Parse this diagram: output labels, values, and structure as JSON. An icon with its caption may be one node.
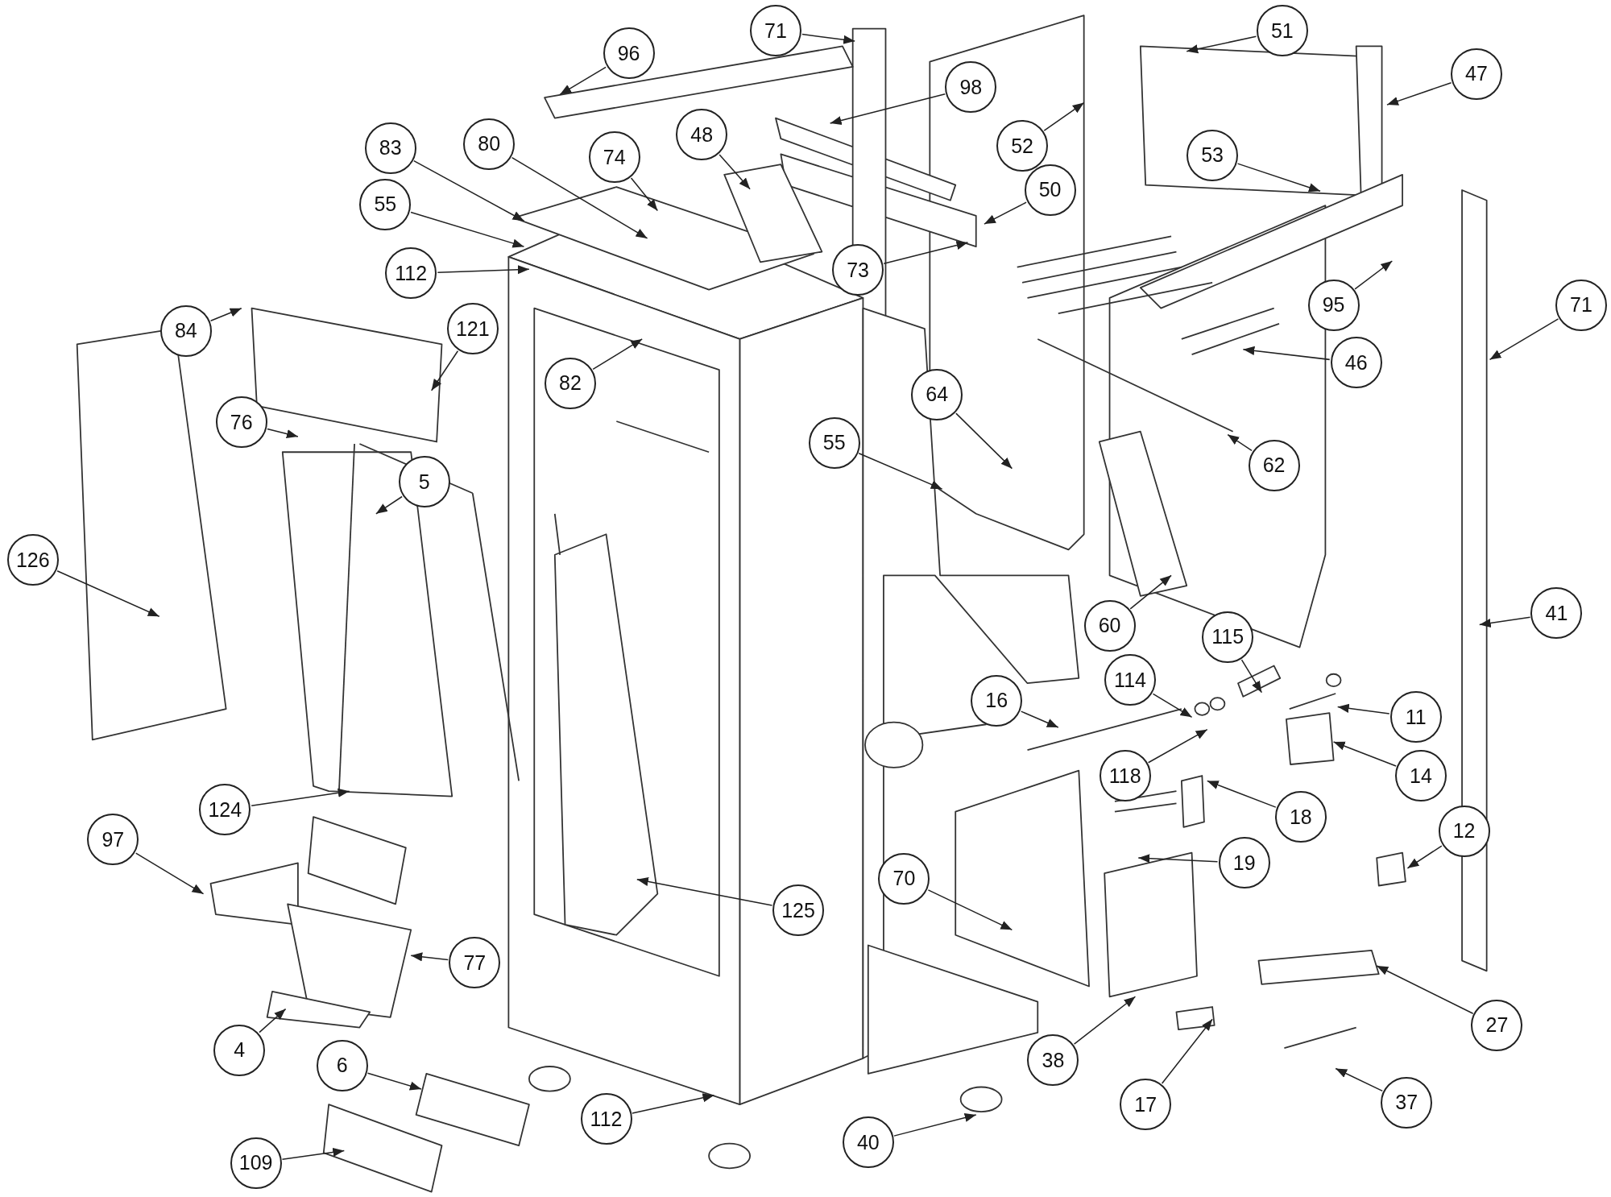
{
  "diagram": {
    "nodes": [
      {
        "text": [
          "96"
        ]
      },
      {
        "text": [
          "71"
        ]
      },
      {
        "text": [
          "98"
        ]
      },
      {
        "text": [
          "52"
        ]
      },
      {
        "text": [
          "51"
        ]
      },
      {
        "text": [
          "47"
        ]
      },
      {
        "text": [
          "83"
        ]
      },
      {
        "text": [
          "80"
        ]
      },
      {
        "text": [
          "74"
        ]
      },
      {
        "text": [
          "48"
        ]
      },
      {
        "text": [
          "50"
        ]
      },
      {
        "text": [
          "73"
        ]
      },
      {
        "text": [
          "53"
        ]
      },
      {
        "text": [
          "55"
        ]
      },
      {
        "text": [
          "112"
        ]
      },
      {
        "text": [
          "95"
        ]
      },
      {
        "text": [
          "71"
        ]
      },
      {
        "text": [
          "84"
        ]
      },
      {
        "text": [
          "121"
        ]
      },
      {
        "text": [
          "82"
        ]
      },
      {
        "text": [
          "46"
        ]
      },
      {
        "text": [
          "76"
        ]
      },
      {
        "text": [
          "64"
        ]
      },
      {
        "text": [
          "55"
        ]
      },
      {
        "text": [
          "62"
        ]
      },
      {
        "text": [
          "5"
        ]
      },
      {
        "text": [
          "126"
        ]
      },
      {
        "text": [
          "60"
        ]
      },
      {
        "text": [
          "115"
        ]
      },
      {
        "text": [
          "41"
        ]
      },
      {
        "text": [
          "114"
        ]
      },
      {
        "text": [
          "16"
        ]
      },
      {
        "text": [
          "11"
        ]
      },
      {
        "text": [
          "118"
        ]
      },
      {
        "text": [
          "14"
        ]
      },
      {
        "text": [
          "18"
        ]
      },
      {
        "text": [
          "124"
        ]
      },
      {
        "text": [
          "19"
        ]
      },
      {
        "text": [
          "12"
        ]
      },
      {
        "text": [
          "97"
        ]
      },
      {
        "text": [
          "70"
        ]
      },
      {
        "text": [
          "125"
        ]
      },
      {
        "text": [
          "77"
        ]
      },
      {
        "text": [
          "27"
        ]
      },
      {
        "text": [
          "4"
        ]
      },
      {
        "text": [
          "38"
        ]
      },
      {
        "text": [
          "6"
        ]
      },
      {
        "text": [
          "17"
        ]
      },
      {
        "text": [
          "37"
        ]
      },
      {
        "text": [
          "112"
        ]
      },
      {
        "text": [
          "40"
        ]
      },
      {
        "text": [
          "109"
        ]
      }
    ],
    "edges": [
      {
        "from": 0,
        "to": null,
        "arrow": "to"
      },
      {
        "from": 1,
        "to": null,
        "arrow": "to"
      },
      {
        "from": 2,
        "to": null,
        "arrow": "to"
      },
      {
        "from": 3,
        "to": null,
        "arrow": "to"
      },
      {
        "from": 4,
        "to": null,
        "arrow": "to"
      },
      {
        "from": 5,
        "to": null,
        "arrow": "to"
      },
      {
        "from": 6,
        "to": null,
        "arrow": "to"
      },
      {
        "from": 7,
        "to": null,
        "arrow": "to"
      },
      {
        "from": 8,
        "to": null,
        "arrow": "to"
      },
      {
        "from": 9,
        "to": null,
        "arrow": "to"
      },
      {
        "from": 10,
        "to": null,
        "arrow": "to"
      },
      {
        "from": 11,
        "to": null,
        "arrow": "to"
      },
      {
        "from": 12,
        "to": null,
        "arrow": "to"
      },
      {
        "from": 13,
        "to": null,
        "arrow": "to"
      },
      {
        "from": 14,
        "to": null,
        "arrow": "to"
      },
      {
        "from": 15,
        "to": null,
        "arrow": "to"
      },
      {
        "from": 16,
        "to": null,
        "arrow": "to"
      },
      {
        "from": 17,
        "to": null,
        "arrow": "to"
      },
      {
        "from": 18,
        "to": null,
        "arrow": "to"
      },
      {
        "from": 19,
        "to": null,
        "arrow": "to"
      },
      {
        "from": 20,
        "to": null,
        "arrow": "to"
      },
      {
        "from": 21,
        "to": null,
        "arrow": "to"
      },
      {
        "from": 22,
        "to": null,
        "arrow": "to"
      },
      {
        "from": 23,
        "to": null,
        "arrow": "to"
      },
      {
        "from": 24,
        "to": null,
        "arrow": "to"
      },
      {
        "from": 25,
        "to": null,
        "arrow": "to"
      },
      {
        "from": 26,
        "to": null,
        "arrow": "to"
      },
      {
        "from": 27,
        "to": null,
        "arrow": "to"
      },
      {
        "from": 28,
        "to": null,
        "arrow": "to"
      },
      {
        "from": 29,
        "to": null,
        "arrow": "to"
      },
      {
        "from": 30,
        "to": null,
        "arrow": "to"
      },
      {
        "from": 31,
        "to": null,
        "arrow": "to"
      },
      {
        "from": 32,
        "to": null,
        "arrow": "to"
      },
      {
        "from": 33,
        "to": null,
        "arrow": "to"
      },
      {
        "from": 34,
        "to": null,
        "arrow": "to"
      },
      {
        "from": 35,
        "to": null,
        "arrow": "to"
      },
      {
        "from": 36,
        "to": null,
        "arrow": "to"
      },
      {
        "from": 37,
        "to": null,
        "arrow": "to"
      },
      {
        "from": 38,
        "to": null,
        "arrow": "to"
      },
      {
        "from": 39,
        "to": null,
        "arrow": "to"
      },
      {
        "from": 40,
        "to": null,
        "arrow": "to"
      },
      {
        "from": 41,
        "to": null,
        "arrow": "to"
      },
      {
        "from": 42,
        "to": null,
        "arrow": "to"
      },
      {
        "from": 43,
        "to": null,
        "arrow": "to"
      },
      {
        "from": 44,
        "to": null,
        "arrow": "to"
      },
      {
        "from": 45,
        "to": null,
        "arrow": "to"
      },
      {
        "from": 46,
        "to": null,
        "arrow": "to"
      },
      {
        "from": 47,
        "to": null,
        "arrow": "to"
      },
      {
        "from": 48,
        "to": null,
        "arrow": "to"
      },
      {
        "from": 49,
        "to": null,
        "arrow": "to"
      },
      {
        "from": 50,
        "to": null,
        "arrow": "to"
      },
      {
        "from": 51,
        "to": null,
        "arrow": "to"
      }
    ]
  }
}
